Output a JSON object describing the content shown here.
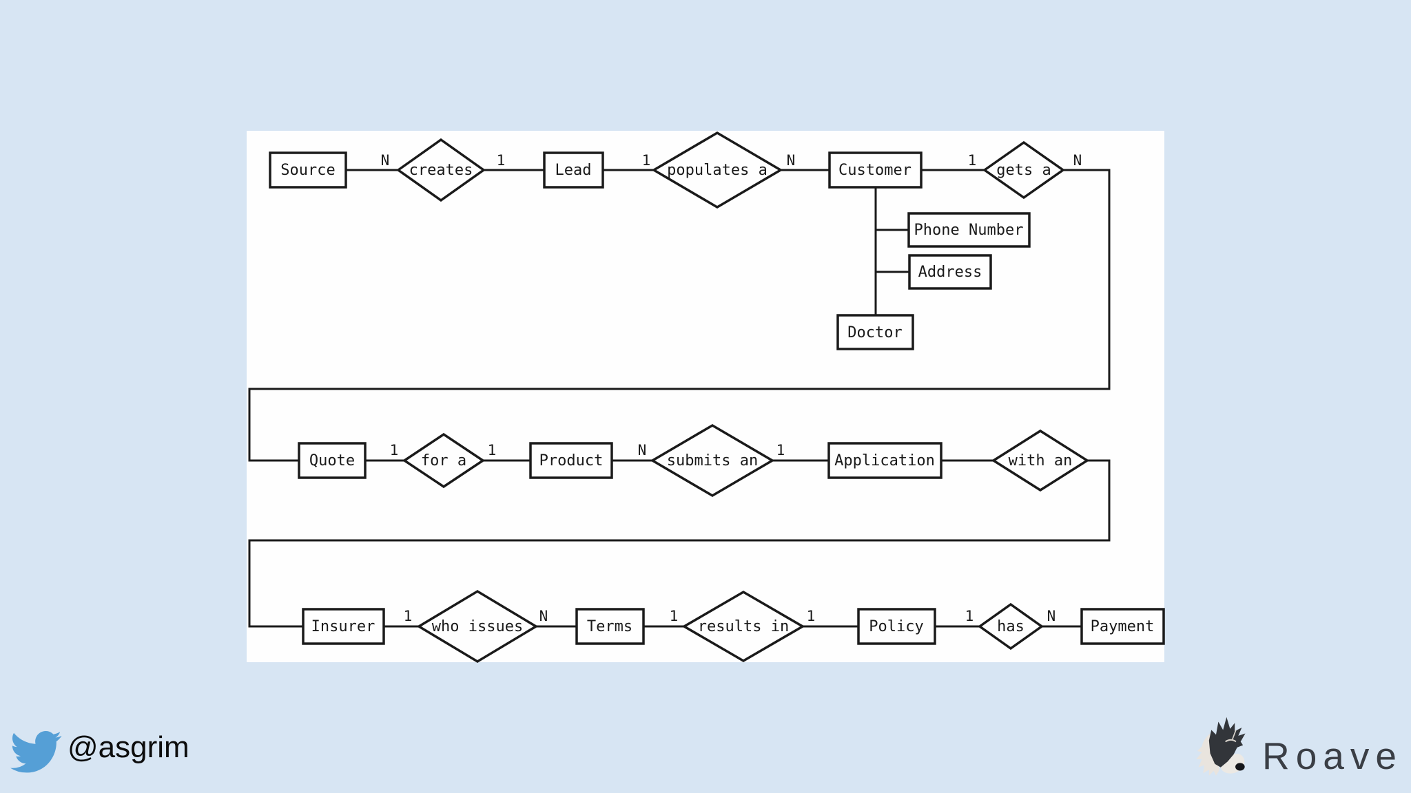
{
  "slide": {
    "background_color": "#d7e5f3",
    "canvas_color": "#fefefe",
    "line_color": "#1a1a1a"
  },
  "footer": {
    "twitter_handle": "@asgrim",
    "twitter_blue": "#559fd6",
    "brand_name": "Roave",
    "brand_text_color": "#3a3e45"
  },
  "diagram": {
    "entities": {
      "source": "Source",
      "lead": "Lead",
      "customer": "Customer",
      "quote": "Quote",
      "product": "Product",
      "application": "Application",
      "insurer": "Insurer",
      "terms": "Terms",
      "policy": "Policy",
      "payment": "Payment"
    },
    "attributes": {
      "phone_number": "Phone Number",
      "address": "Address",
      "doctor": "Doctor"
    },
    "relationships": {
      "creates": "creates",
      "populates_a": "populates a",
      "gets_a": "gets a",
      "for_a": "for a",
      "submits_an": "submits an",
      "with_an": "with an",
      "who_issues": "who issues",
      "results_in": "results in",
      "has": "has"
    },
    "cardinalities": {
      "source_creates": "N",
      "creates_lead": "1",
      "lead_populates_a": "1",
      "populates_a_customer": "N",
      "customer_gets_a": "1",
      "gets_a_quote": "N",
      "quote_for_a": "1",
      "for_a_product": "1",
      "product_submits_an": "N",
      "submits_an_application": "1",
      "insurer_who_issues": "1",
      "who_issues_terms": "N",
      "terms_results_in": "1",
      "results_in_policy": "1",
      "policy_has": "1",
      "has_payment": "N"
    }
  }
}
